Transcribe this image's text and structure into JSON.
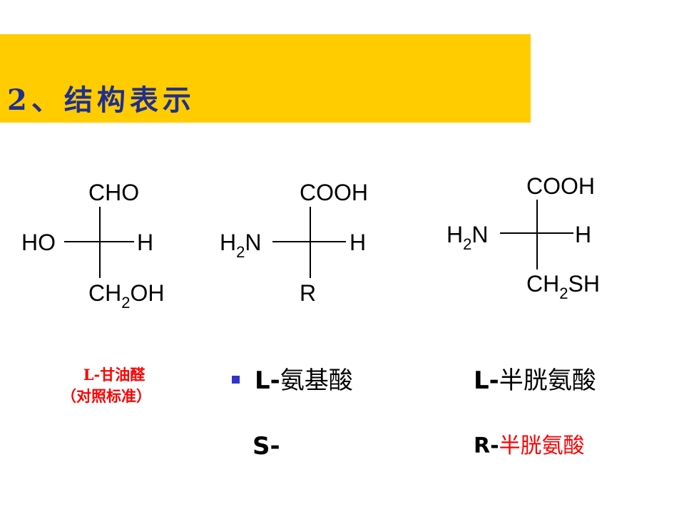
{
  "title": "2、结构表示",
  "structures": {
    "glyceraldehyde": {
      "top": "CHO",
      "left": "HO",
      "right": "H",
      "bottom_main": "CH",
      "bottom_sub": "2",
      "bottom_tail": "OH"
    },
    "amino_acid": {
      "top": "COOH",
      "left_main": "H",
      "left_sub": "2",
      "left_tail": "N",
      "right": "H",
      "bottom": "R"
    },
    "cysteine": {
      "top": "COOH",
      "left_main": "H",
      "left_sub": "2",
      "left_tail": "N",
      "right": "H",
      "bottom_main": "CH",
      "bottom_sub": "2",
      "bottom_tail": "SH"
    }
  },
  "labels": {
    "glyceraldehyde_line1": "L-甘油醛",
    "glyceraldehyde_line2": "（对照标准）",
    "amino_prefix": "L-",
    "amino_name": "氨基酸",
    "s_prefix": "S-",
    "cys_l_prefix": "L-",
    "cys_l_name": "半胱氨酸",
    "cys_r_prefix": "R-",
    "cys_r_name": "半胱氨酸"
  },
  "colors": {
    "banner": "#ffcc00",
    "title": "#1f2f8f",
    "red": "#ff0000",
    "bullet": "#3333cc"
  }
}
